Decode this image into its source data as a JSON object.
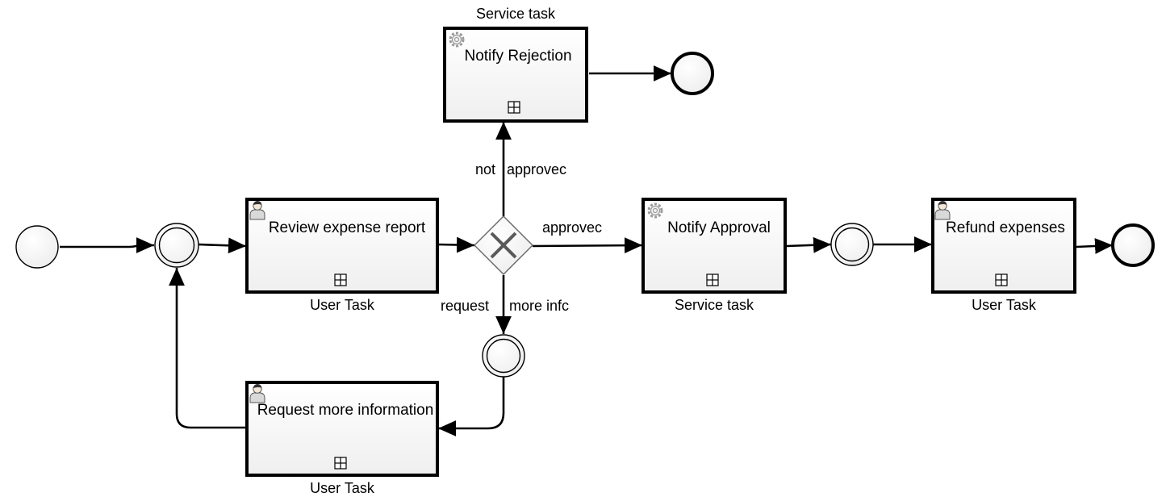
{
  "tasks": {
    "notify_rejection": {
      "name": "Notify Rejection",
      "type_label": "Service task",
      "icon": "gear-icon"
    },
    "review_expense": {
      "name": "Review expense report",
      "type_label": "User Task",
      "icon": "user-icon"
    },
    "notify_approval": {
      "name": "Notify Approval",
      "type_label": "Service task",
      "icon": "gear-icon"
    },
    "refund_expenses": {
      "name": "Refund expenses",
      "type_label": "User Task",
      "icon": "user-icon"
    },
    "request_more_info": {
      "name": "Request more information",
      "type_label": "User Task",
      "icon": "user-icon"
    }
  },
  "edge_labels": {
    "not_approved_1": "not",
    "not_approved_2": "approvec",
    "approved": "approvec",
    "request_more_info_1": "request",
    "request_more_info_2": "more infc"
  },
  "colors": {
    "stroke": "#000000",
    "task_fill_top": "#ffffff",
    "task_fill_bottom": "#efefef",
    "gateway_x": "#5a5a5a",
    "icon_gray": "#9a9a9a"
  }
}
